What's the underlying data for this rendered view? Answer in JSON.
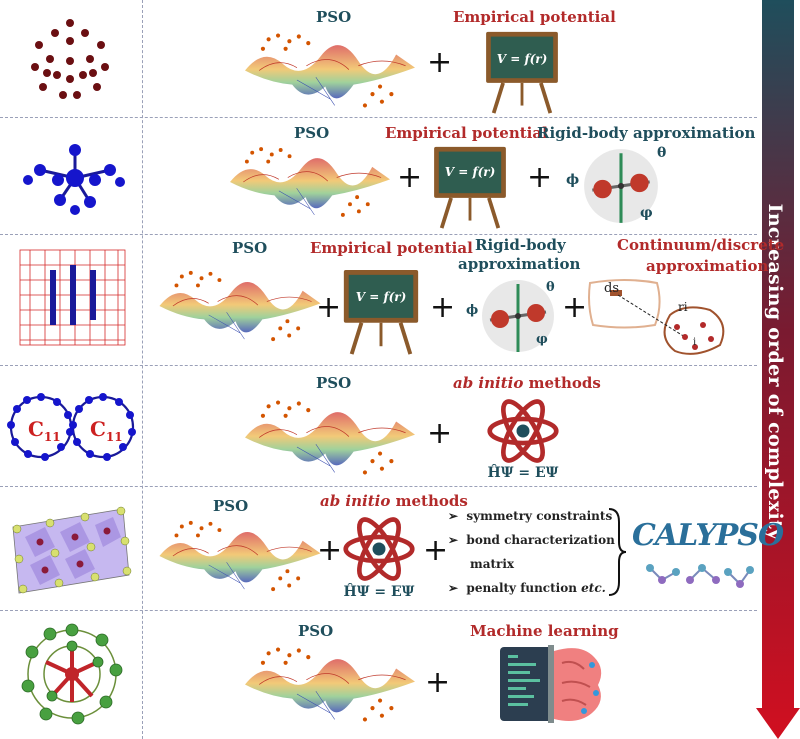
{
  "arrow": {
    "label": "Increasing order of complexity",
    "color_top": "#1f4e5c",
    "color_bottom": "#c0102a"
  },
  "rows": [
    {
      "labels": {
        "pso": "PSO",
        "empirical": "Empirical potential"
      },
      "formula": "V = f(r)"
    },
    {
      "labels": {
        "pso": "PSO",
        "empirical": "Empirical potential",
        "rigid": "Rigid-body approximation"
      },
      "formula": "V = f(r)",
      "angles": [
        "θ",
        "ϕ",
        "φ"
      ]
    },
    {
      "labels": {
        "pso": "PSO",
        "empirical": "Empirical potential",
        "rigid_line1": "Rigid-body",
        "rigid_line2": "approximation",
        "continuum_line1": "Continuum/discrete",
        "continuum_line2": "approximation"
      },
      "formula": "V = f(r)",
      "angles": [
        "θ",
        "ϕ",
        "φ"
      ],
      "ds": "ds",
      "ri": "ri",
      "i": "i"
    },
    {
      "labels": {
        "pso": "PSO",
        "abinitio_em": "ab initio",
        "abinitio_rest": " methods"
      },
      "equation": "ĤΨ = EΨ",
      "c11_a": "C",
      "c11_b": "C",
      "c11_sub": "11"
    },
    {
      "labels": {
        "pso": "PSO",
        "abinitio_em": "ab initio",
        "abinitio_rest": " methods"
      },
      "equation": "ĤΨ = EΨ",
      "bullets": [
        "symmetry constraints",
        "bond characterization",
        "matrix",
        "penalty function"
      ],
      "bullet_etc": "etc.",
      "calypso": "CALYPSO"
    },
    {
      "labels": {
        "pso": "PSO",
        "ml": "Machine learning"
      }
    }
  ],
  "colors": {
    "pso": "#1f4e5c",
    "emp": "#b22a2a",
    "chalkboard": "#2f5d50",
    "atom": "#b22a2a"
  }
}
